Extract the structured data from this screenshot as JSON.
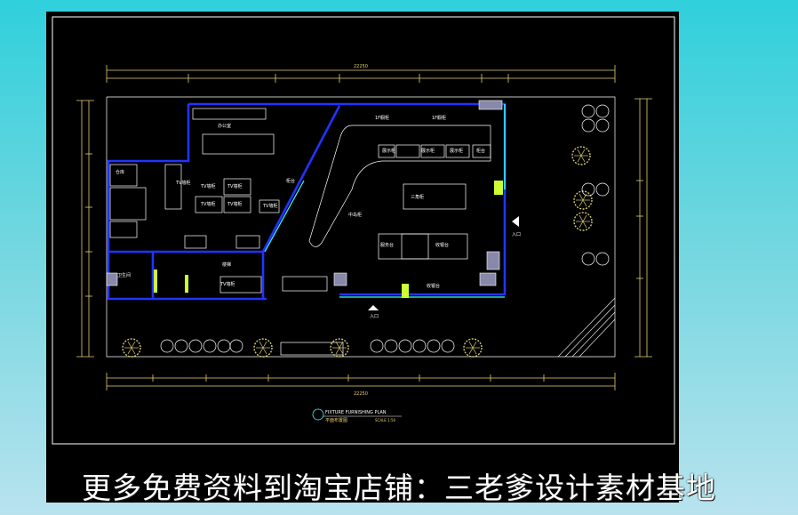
{
  "drawing": {
    "title_line1": "FIXTURE FURNISHING PLAN",
    "title_line2": "平面布置图",
    "scale": "SCALE 1:50",
    "overall_dimension": "22250",
    "entrance_label": "入口",
    "watermark": "更多免费资料到淘宝店铺：三老爹设计素材基地"
  },
  "labels": {
    "window_1": "1F橱柜",
    "window_2": "1F橱柜",
    "office": "办公室",
    "storage": "仓库",
    "tv_wall_1": "TV墙柜",
    "tv_wall_2": "TV墙柜",
    "tv_wall_3": "TV墙柜",
    "tv_wall_4": "TV墙柜",
    "tv_wall_5": "TV墙柜",
    "tv_wall_6": "TV墙柜",
    "tv_wall_7": "TV墙柜",
    "display_1": "展示柜",
    "display_2": "展示柜",
    "display_3": "展示柜",
    "counter_1": "柜台",
    "counter_2": "柜台",
    "service": "服务台",
    "cashier": "收银台",
    "island_1": "三角柜",
    "island_2": "中岛柜",
    "stairs": "楼梯",
    "toilet": "卫生间"
  },
  "colors": {
    "sheet": "#000000",
    "wall": "#2233ff",
    "dimension": "#e8d070",
    "furniture": "#ffffff",
    "accent": "#33ffff",
    "plant": "#d8cc70"
  }
}
